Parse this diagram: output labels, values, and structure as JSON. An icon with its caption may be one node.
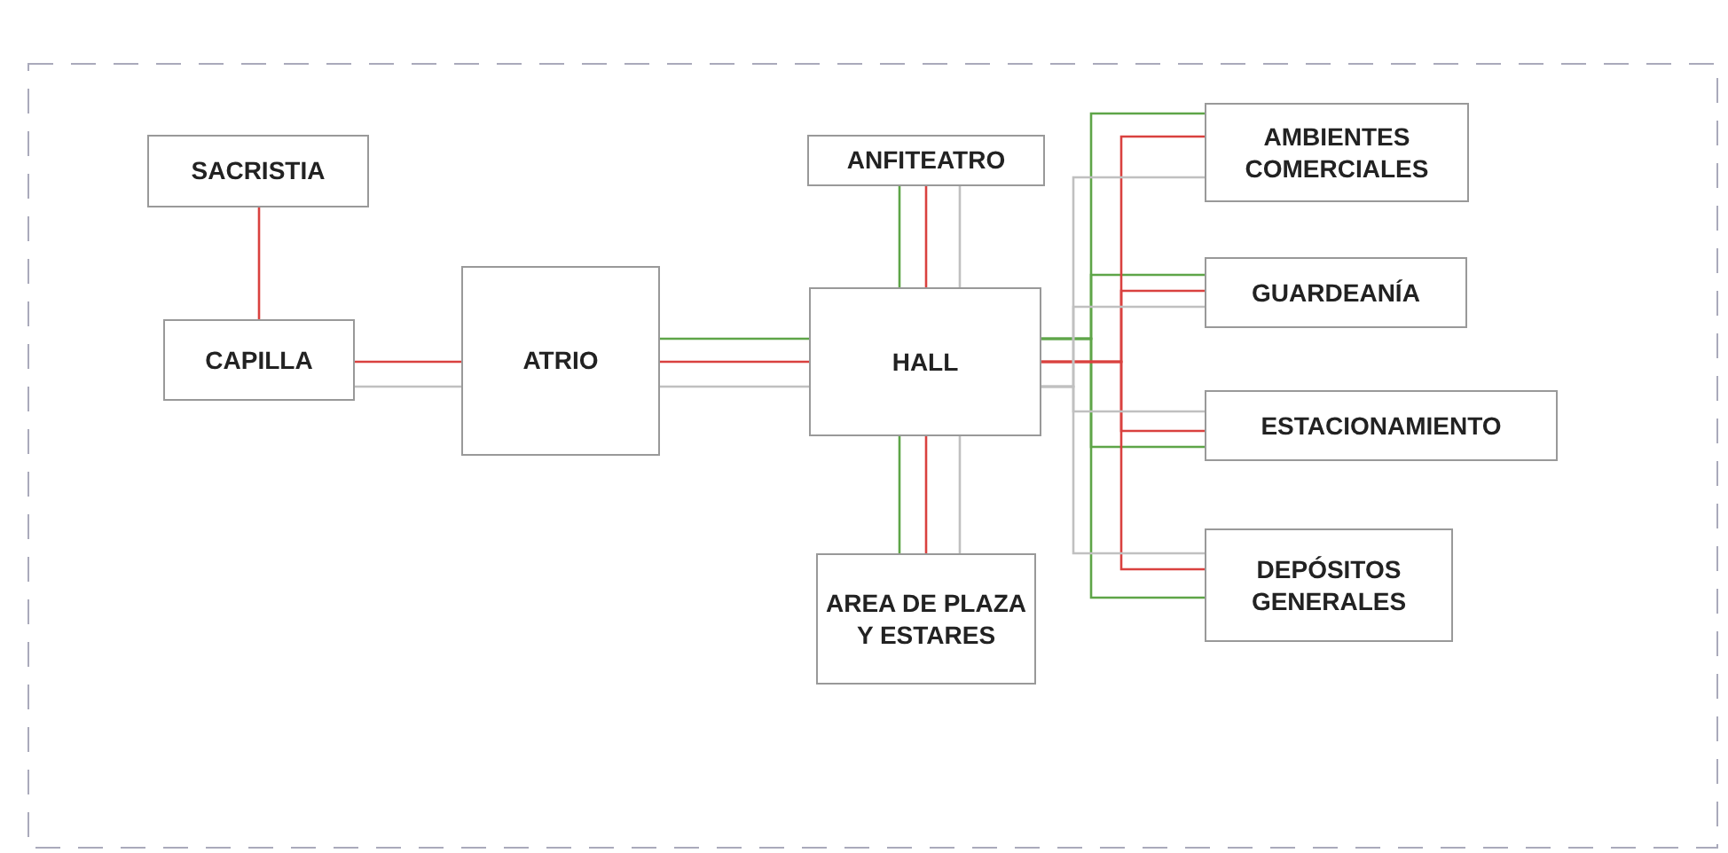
{
  "diagram": {
    "nodes": [
      {
        "text": [
          "SACRISTIA"
        ]
      },
      {
        "text": [
          "CAPILLA"
        ]
      },
      {
        "text": [
          "ATRIO"
        ]
      },
      {
        "text": [
          "ANFITEATRO"
        ]
      },
      {
        "text": [
          "HALL"
        ]
      },
      {
        "text": [
          "AREA DE PLAZA Y ESTARES"
        ]
      },
      {
        "text": [
          "AMBIENTES COMERCIALES"
        ]
      },
      {
        "text": [
          "GUARDEANÍA"
        ]
      },
      {
        "text": [
          "ESTACIONAMIENTO"
        ]
      },
      {
        "text": [
          "DEPÓSITOS GENERALES"
        ]
      }
    ],
    "edges": [
      {
        "from": 0,
        "to": 1,
        "arrow": "none"
      },
      {
        "from": 1,
        "to": 2,
        "arrow": "none"
      },
      {
        "from": 1,
        "to": 2,
        "arrow": "none",
        "color": "#c0c0c0"
      },
      {
        "from": 2,
        "to": 4,
        "arrow": "none",
        "color": "#5ea548"
      },
      {
        "from": 2,
        "to": 4,
        "arrow": "none"
      },
      {
        "from": 2,
        "to": 4,
        "arrow": "none",
        "color": "#c0c0c0"
      },
      {
        "from": 4,
        "to": 6,
        "arrow": "none",
        "color": "#5ea548"
      },
      {
        "from": 4,
        "to": 7,
        "arrow": "none",
        "color": "#5ea548"
      },
      {
        "from": 4,
        "to": 8,
        "arrow": "none",
        "color": "#5ea548"
      },
      {
        "from": 4,
        "to": 9,
        "arrow": "none",
        "color": "#5ea548"
      },
      {
        "from": 4,
        "to": 6,
        "arrow": "none"
      },
      {
        "from": 4,
        "to": 7,
        "arrow": "none"
      },
      {
        "from": 4,
        "to": 8,
        "arrow": "none"
      },
      {
        "from": 4,
        "to": 9,
        "arrow": "none"
      },
      {
        "from": 4,
        "to": 6,
        "arrow": "none",
        "color": "#c0c0c0"
      },
      {
        "from": 4,
        "to": 7,
        "arrow": "none",
        "color": "#c0c0c0"
      },
      {
        "from": 4,
        "to": 8,
        "arrow": "none",
        "color": "#c0c0c0"
      },
      {
        "from": 4,
        "to": 9,
        "arrow": "none",
        "color": "#c0c0c0"
      },
      {
        "from": 3,
        "to": 4,
        "arrow": "none",
        "color": "#5ea548"
      },
      {
        "from": 3,
        "to": 4,
        "arrow": "none"
      },
      {
        "from": 3,
        "to": 4,
        "arrow": "none",
        "color": "#c0c0c0"
      },
      {
        "from": 4,
        "to": 5,
        "arrow": "none",
        "color": "#5ea548"
      },
      {
        "from": 4,
        "to": 5,
        "arrow": "none"
      },
      {
        "from": 4,
        "to": 5,
        "arrow": "none",
        "color": "#c0c0c0"
      }
    ]
  }
}
